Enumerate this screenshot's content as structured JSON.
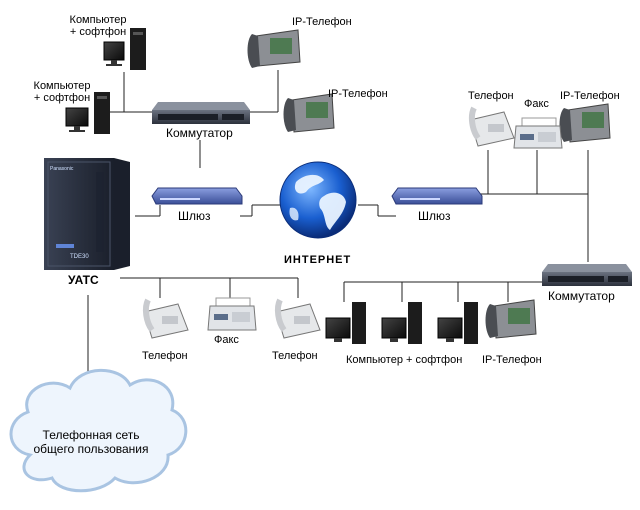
{
  "labels": {
    "pc_softphone_top": "Компьютер\n+ софтфон",
    "pc_softphone_left": "Компьютер\n+ софтфон",
    "ip_phone_top": "IP-Телефон",
    "ip_phone_mid": "IP-Телефон",
    "switch_top": "Коммутатор",
    "gateway_left": "Шлюз",
    "gateway_right": "Шлюз",
    "internet": "ИНТЕРНЕТ",
    "pbx": "УАТС",
    "pbx_brand": "Panasonic",
    "pbx_model": "TDE30",
    "phone_right": "Телефон",
    "fax_right": "Факс",
    "ip_phone_right": "IP-Телефон",
    "switch_right": "Коммутатор",
    "phone_bottom_1": "Телефон",
    "fax_bottom": "Факс",
    "phone_bottom_2": "Телефон",
    "pc_softphone_bottom": "Компьютер + софтфон",
    "ip_phone_bottom": "IP-Телефон",
    "pstn": "Телефонная сеть\nобщего пользования"
  },
  "colors": {
    "line": "#222222",
    "pbx_body": "#2a3142",
    "switch_body": "#3a3f4d",
    "gateway_body": "#5a6fb0",
    "globe_ocean": "#1a5fd0",
    "globe_land": "#e9f3ff",
    "cloud_fill": "#eef5fd",
    "cloud_stroke": "#a9c4e2"
  }
}
